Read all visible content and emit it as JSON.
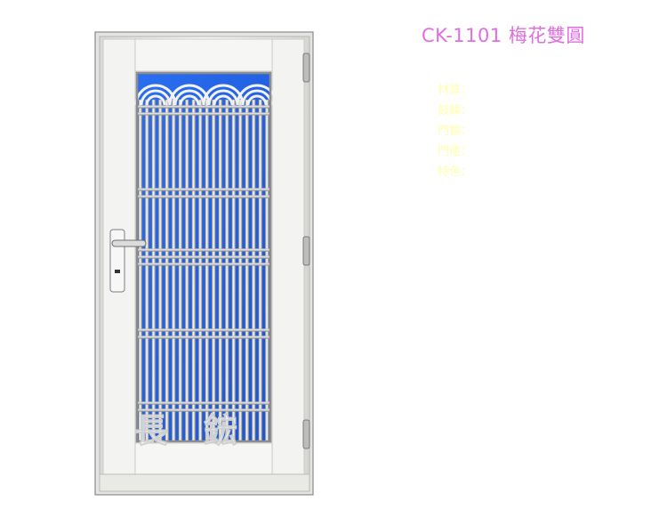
{
  "product": {
    "title": "CK-1101 梅花雙圓",
    "title_color": "#e06ee0"
  },
  "specs": {
    "color": "#ffffb0",
    "rows": [
      {
        "label": "材質："
      },
      {
        "label": "鼓鍊："
      },
      {
        "label": "門鎖："
      },
      {
        "label": "門檻："
      },
      {
        "label": "特色："
      }
    ]
  },
  "door": {
    "glass_color": "#1c5ee0",
    "frame_color": "#f1f1ef",
    "watermark_text": "長鋐",
    "watermark_color": "#ffffff"
  }
}
